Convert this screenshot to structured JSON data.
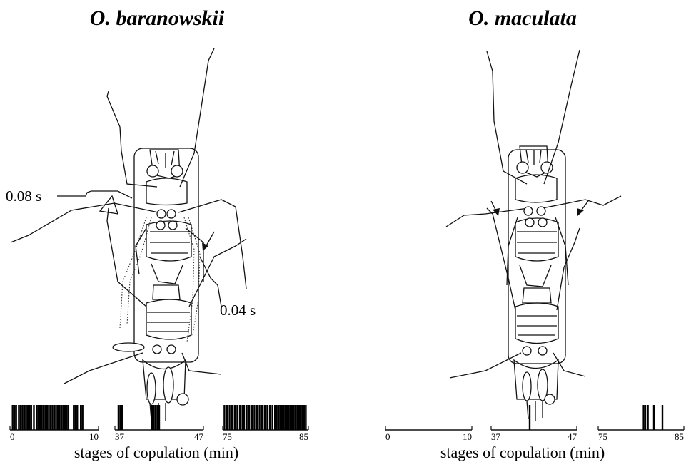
{
  "panels": [
    {
      "title": "O. baranowskii",
      "callouts": [
        "0.08 s",
        "0.04 s"
      ],
      "caption": "stages of copulation (min)",
      "stages": [
        {
          "start": 0,
          "end": 10,
          "pulses": [
            0.3,
            0.5,
            0.7,
            1.0,
            1.2,
            1.4,
            1.6,
            1.8,
            2.0,
            2.2,
            2.4,
            2.7,
            3.0,
            3.2,
            3.4,
            3.5,
            3.6,
            3.8,
            4.0,
            4.2,
            4.4,
            4.6,
            4.8,
            5.0,
            5.2,
            5.4,
            5.6,
            5.8,
            6.0,
            6.2,
            6.4,
            6.6,
            7.2,
            7.4,
            7.6,
            8.0,
            8.2
          ]
        },
        {
          "start": 37,
          "end": 47,
          "pulses": [
            37.4,
            37.6,
            37.8,
            41.2,
            41.4,
            41.6,
            41.8,
            42.0
          ]
        },
        {
          "start": 75,
          "end": 85,
          "pulses": [
            75.2,
            75.5,
            75.8,
            76.1,
            76.4,
            76.7,
            77.0,
            77.3,
            77.5,
            77.8,
            78.1,
            78.4,
            78.7,
            79.0,
            79.3,
            79.6,
            79.9,
            80.2,
            80.5,
            80.8,
            81.1,
            81.3,
            81.5,
            81.7,
            81.9,
            82.1,
            82.3,
            82.5,
            82.7,
            82.9,
            83.1,
            83.3,
            83.5,
            83.7,
            83.9,
            84.1,
            84.3,
            84.5,
            84.7
          ]
        }
      ]
    },
    {
      "title": "O. maculata",
      "callouts": [],
      "caption": "stages of copulation (min)",
      "stages": [
        {
          "start": 0,
          "end": 10,
          "pulses": []
        },
        {
          "start": 37,
          "end": 47,
          "pulses": [
            41.5
          ]
        },
        {
          "start": 75,
          "end": 85,
          "pulses": [
            80.3,
            80.5,
            80.8,
            81.5,
            82.5
          ]
        }
      ]
    }
  ]
}
